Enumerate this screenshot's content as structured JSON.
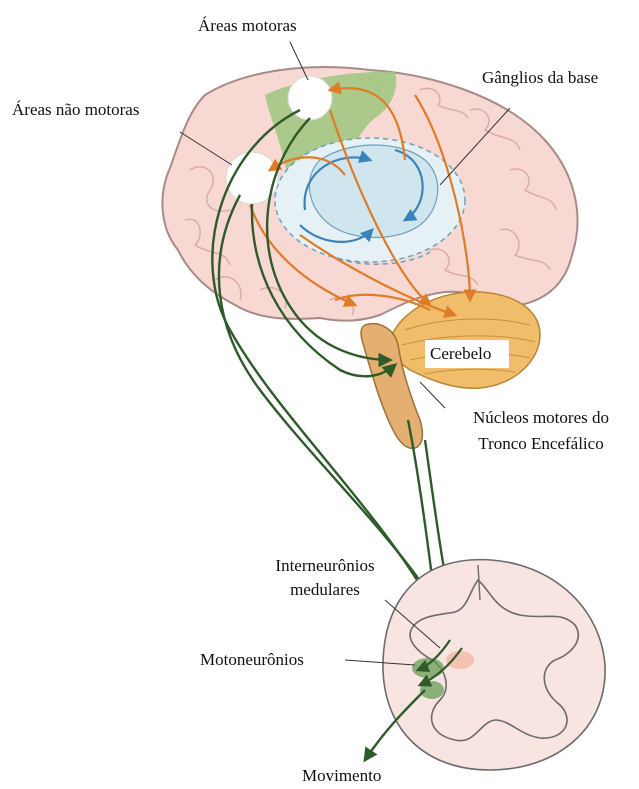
{
  "labels": {
    "areas_motoras": "Áreas motoras",
    "areas_nao_motoras": "Áreas não motoras",
    "ganglios_da_base": "Gânglios da base",
    "cerebelo": "Cerebelo",
    "nucleos_line1": "Núcleos motores do",
    "nucleos_line2": "Tronco Encefálico",
    "interneuronios_line1": "Interneurônios",
    "interneuronios_line2": "medulares",
    "motoneuronios": "Motoneurônios",
    "movimento": "Movimento"
  },
  "colors": {
    "brain_fill": "#f7d8d2",
    "brain_stroke": "#a88a86",
    "motor_area": "#9cc77f",
    "basal_ganglia": "#cfe6ee",
    "basal_ganglia_stroke": "#6f9fb8",
    "cerebellum": "#f0bd6a",
    "brainstem": "#e3b071",
    "green_pathway": "#2f5a2a",
    "orange_pathway": "#e07c27",
    "blue_pathway": "#3b82b8",
    "spinal_fill": "#f8e4e0",
    "spinal_stroke": "#6b6b6b"
  }
}
